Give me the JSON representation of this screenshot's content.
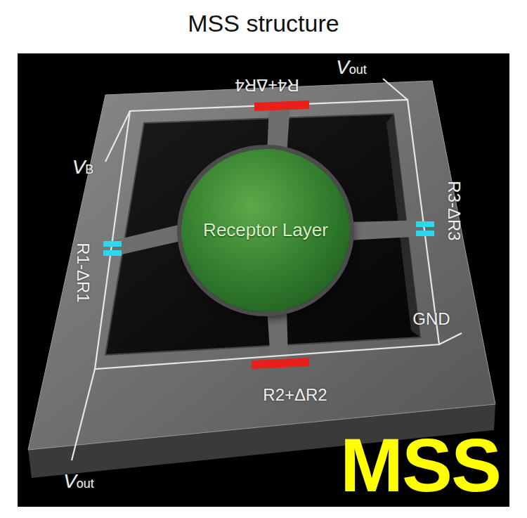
{
  "diagram": {
    "title": "MSS structure",
    "nodes": [
      {
        "text": [
          "Receptor Layer"
        ]
      }
    ],
    "labels": [
      "Vout",
      "R4+ΔR4",
      "VB",
      "R3-ΔR3",
      "R1-ΔR1",
      "GND",
      "R2+ΔR2",
      "Vout",
      "MSS"
    ]
  }
}
